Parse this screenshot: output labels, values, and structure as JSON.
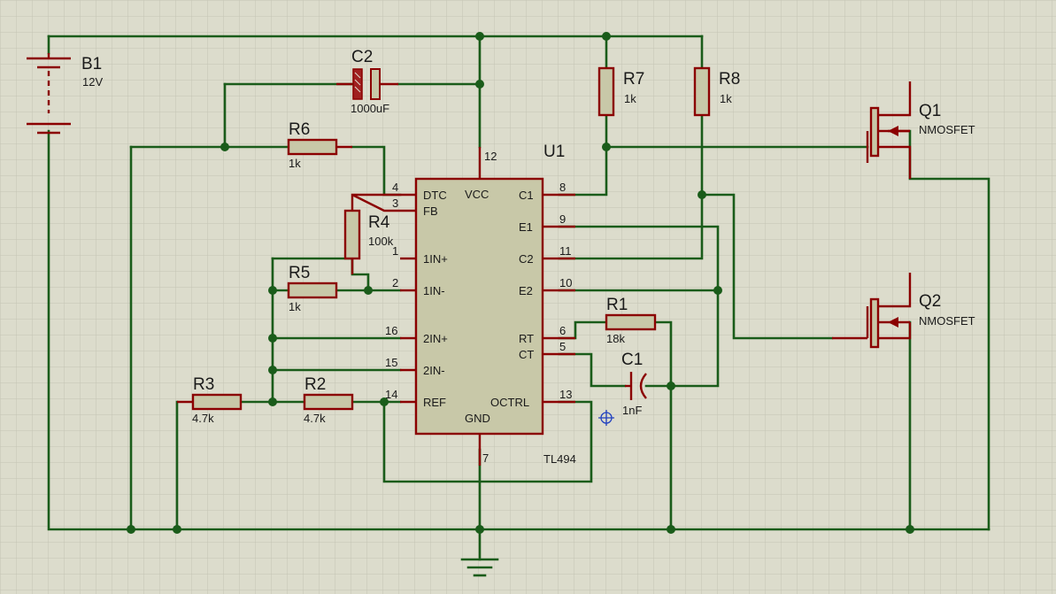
{
  "components": {
    "B1": {
      "ref": "B1",
      "value": "12V"
    },
    "C2": {
      "ref": "C2",
      "value": "1000uF"
    },
    "R7": {
      "ref": "R7",
      "value": "1k"
    },
    "R8": {
      "ref": "R8",
      "value": "1k"
    },
    "R6": {
      "ref": "R6",
      "value": "1k"
    },
    "R4": {
      "ref": "R4",
      "value": "100k"
    },
    "R5": {
      "ref": "R5",
      "value": "1k"
    },
    "R3": {
      "ref": "R3",
      "value": "4.7k"
    },
    "R2": {
      "ref": "R2",
      "value": "4.7k"
    },
    "R1": {
      "ref": "R1",
      "value": "18k"
    },
    "C1": {
      "ref": "C1",
      "value": "1nF"
    },
    "U1": {
      "ref": "U1",
      "part": "TL494"
    },
    "Q1": {
      "ref": "Q1",
      "type": "NMOSFET"
    },
    "Q2": {
      "ref": "Q2",
      "type": "NMOSFET"
    }
  },
  "ic_pins": {
    "left": [
      {
        "num": "4",
        "name": "DTC"
      },
      {
        "num": "3",
        "name": "FB"
      },
      {
        "num": "1",
        "name": "1IN+"
      },
      {
        "num": "2",
        "name": "1IN-"
      },
      {
        "num": "16",
        "name": "2IN+"
      },
      {
        "num": "15",
        "name": "2IN-"
      },
      {
        "num": "14",
        "name": "REF"
      }
    ],
    "right": [
      {
        "num": "8",
        "name": "C1"
      },
      {
        "num": "9",
        "name": "E1"
      },
      {
        "num": "11",
        "name": "C2"
      },
      {
        "num": "10",
        "name": "E2"
      },
      {
        "num": "6",
        "name": "RT"
      },
      {
        "num": "5",
        "name": "CT"
      },
      {
        "num": "13",
        "name": "OCTRL"
      }
    ],
    "top": {
      "num": "12",
      "name": "VCC"
    },
    "bottom": {
      "num": "7",
      "name": "GND"
    }
  },
  "colors": {
    "background": "#dcdccc",
    "grid": "#c4c4b4",
    "wire": "#1a5c1a",
    "component_outline": "#8b0000",
    "component_fill": "#c8c8a8"
  }
}
